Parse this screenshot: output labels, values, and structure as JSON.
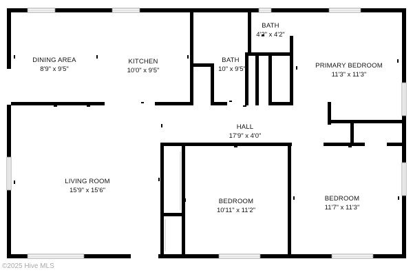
{
  "rooms": {
    "dining": {
      "name": "DINING AREA",
      "dims": "8'9\" x 9'5\""
    },
    "kitchen": {
      "name": "KITCHEN",
      "dims": "10'0\" x 9'5\""
    },
    "bath_hall": {
      "name": "BATH",
      "dims": "10\" x 9'5\""
    },
    "bath_primary": {
      "name": "BATH",
      "dims": "4'2\" x 4'2\""
    },
    "primary_bedroom": {
      "name": "PRIMARY BEDROOM",
      "dims": "11'3\" x 11'3\""
    },
    "hall": {
      "name": "HALL",
      "dims": "17'9\" x 4'0\""
    },
    "living": {
      "name": "LIVING ROOM",
      "dims": "15'9\" x 15'6\""
    },
    "bedroom_center": {
      "name": "BEDROOM",
      "dims": "10'11\" x 11'2\""
    },
    "bedroom_right": {
      "name": "BEDROOM",
      "dims": "11'7\" x 11'3\""
    }
  },
  "watermark": "©2025 Hive MLS",
  "colors": {
    "wall": "#000000",
    "window": "#8a8a8a",
    "background": "#ffffff"
  }
}
